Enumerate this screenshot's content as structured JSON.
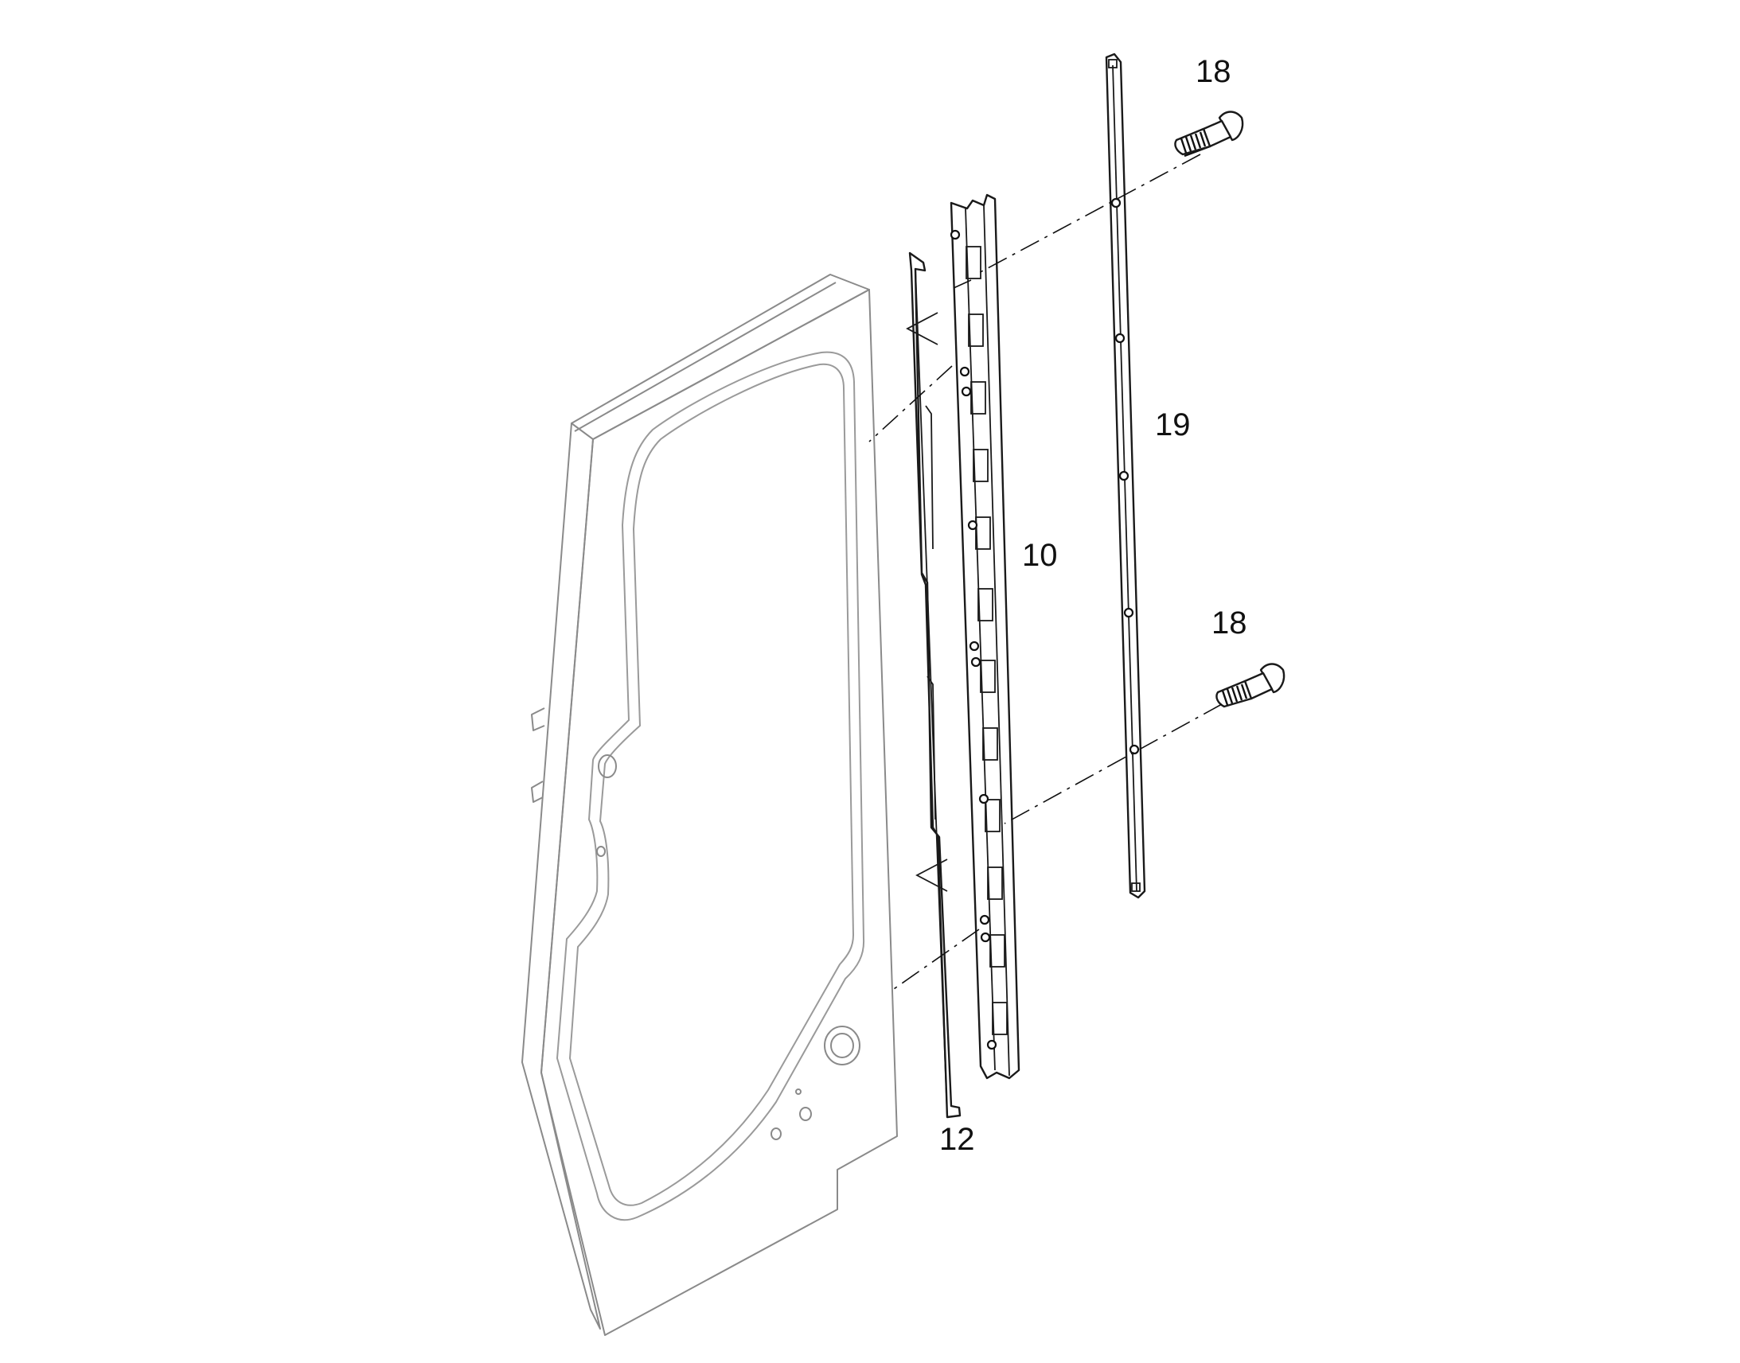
{
  "diagram": {
    "type": "exploded-parts-view",
    "callouts": [
      {
        "id": "bolt-top",
        "label": "18"
      },
      {
        "id": "strip",
        "label": "19"
      },
      {
        "id": "hinge",
        "label": "10"
      },
      {
        "id": "bolt-bottom",
        "label": "18"
      },
      {
        "id": "shim",
        "label": "12"
      }
    ]
  },
  "colors": {
    "line": "#1a1a1a",
    "door_line": "#8a8a8a",
    "background": "#ffffff"
  }
}
